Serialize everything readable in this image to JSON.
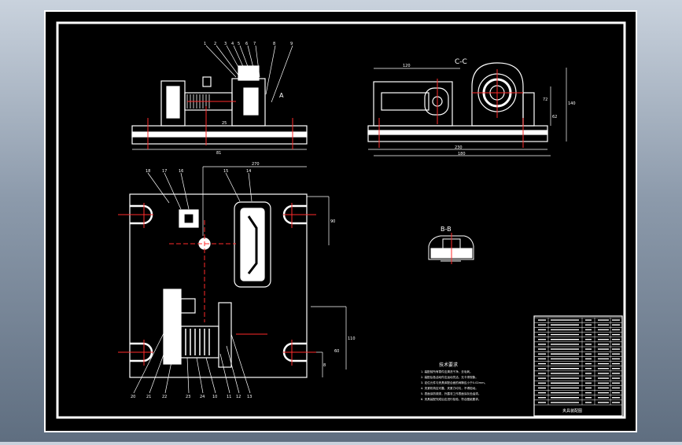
{
  "views": {
    "front_view": {
      "part_numbers": [
        "1",
        "2",
        "3",
        "4",
        "5",
        "6",
        "7",
        "8",
        "9"
      ],
      "dimension_width": "81",
      "dimension_small": "25",
      "note_label": "A"
    },
    "side_view": {
      "section_label": "C-C",
      "dim_top": "120",
      "dim_right_a": "140",
      "dim_right_b": "62",
      "dim_right_c": "72",
      "dim_bottom_a": "230",
      "dim_bottom_b": "180"
    },
    "top_view": {
      "dim_top": "270",
      "dim_right_a": "90",
      "dim_right_b": "110",
      "dim_right_c": "60",
      "dim_right_d": "8",
      "part_numbers_top": [
        "18",
        "17",
        "16",
        "15",
        "14"
      ],
      "part_numbers_bottom": [
        "20",
        "21",
        "22",
        "23",
        "24",
        "10",
        "11",
        "12",
        "13"
      ]
    },
    "detail_view": {
      "label": "B-B"
    }
  },
  "tech_requirements": {
    "title": "技术要求",
    "lines": [
      "1. 装配前所有零件应清洗干净，去毛刺。",
      "2. 装配后各活动件应运动灵活，无卡滞现象。",
      "3. 定位元件与夹具体配合面的间隙应小于0.02mm。",
      "4. 夹紧机构应可靠，夹紧力均匀，不得松动。",
      "5. 表面涂防锈漆，外露非工作表面涂灰色油漆。",
      "6. 夹具装配完成后应进行检验，符合图纸要求。"
    ]
  },
  "title_block": {
    "rows": 18,
    "drawing_name": "夹具装配图"
  },
  "colors": {
    "background": "#000000",
    "outline": "#ffffff",
    "center_line": "#ff2a2a",
    "frame_gradient_top": "#c9d2dd",
    "frame_gradient_bottom": "#5f6e80"
  }
}
